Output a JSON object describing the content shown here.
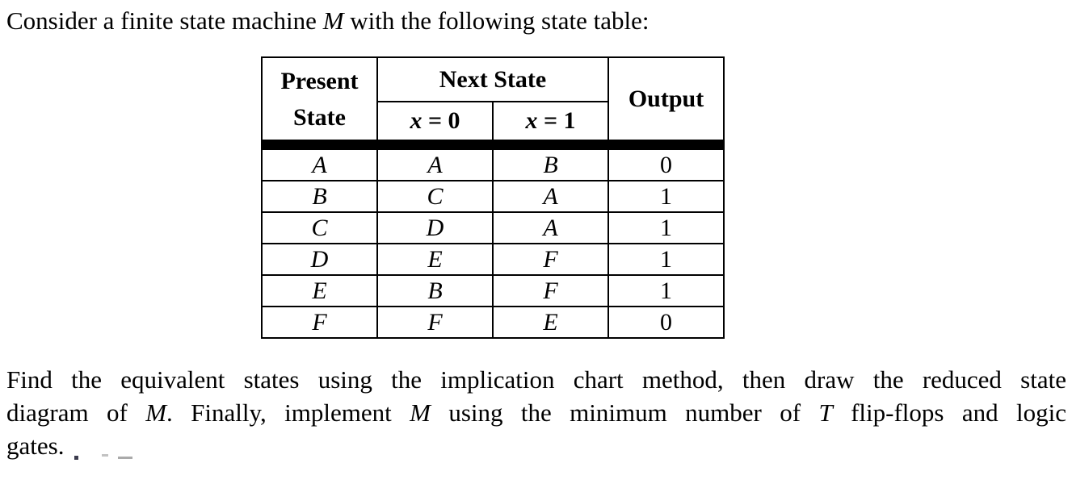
{
  "intro": {
    "segments": [
      {
        "t": "Consider a finite state machine "
      },
      {
        "t": "M"
      },
      {
        "t": " with the following state table:"
      }
    ]
  },
  "table": {
    "headers": {
      "present_state": "Present State",
      "next_state": "Next State",
      "x0_var": "x",
      "x0_eq": " = 0",
      "x1_var": "x",
      "x1_eq": " = 1",
      "output": "Output"
    },
    "rows": [
      {
        "present": "A",
        "x0": "A",
        "x1": "B",
        "out": "0"
      },
      {
        "present": "B",
        "x0": "C",
        "x1": "A",
        "out": "1"
      },
      {
        "present": "C",
        "x0": "D",
        "x1": "A",
        "out": "1"
      },
      {
        "present": "D",
        "x0": "E",
        "x1": "F",
        "out": "1"
      },
      {
        "present": "E",
        "x0": "B",
        "x1": "F",
        "out": "1"
      },
      {
        "present": "F",
        "x0": "F",
        "x1": "E",
        "out": "0"
      }
    ]
  },
  "task": {
    "line1": {
      "segments": [
        {
          "t": "Find the equivalent states using the implication chart method, then draw the reduced state"
        }
      ]
    },
    "line2": {
      "segments": [
        {
          "t": "diagram of "
        },
        {
          "t": "M"
        },
        {
          "t": ". Finally, implement "
        },
        {
          "t": "M"
        },
        {
          "t": " using the minimum number of "
        },
        {
          "t": "T"
        },
        {
          "t": " flip-flops and logic"
        }
      ]
    },
    "line3": {
      "segments": [
        {
          "t": "gates."
        }
      ]
    }
  }
}
